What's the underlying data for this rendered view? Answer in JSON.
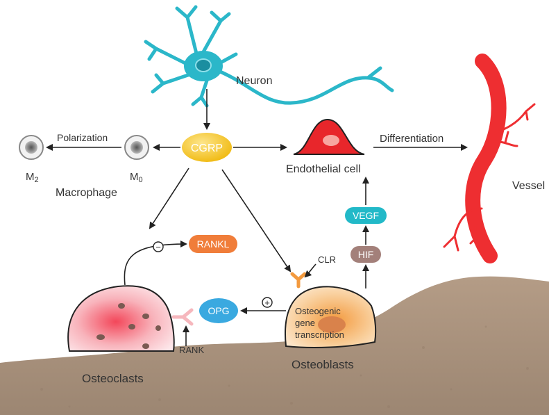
{
  "labels": {
    "neuron": "Neuron",
    "cgrp": "CGRP",
    "polarization": "Polarization",
    "m2": "M",
    "m2_sub": "2",
    "m0": "M",
    "m0_sub": "0",
    "macrophage": "Macrophage",
    "endothelial_cell": "Endothelial cell",
    "differentiation": "Differentiation",
    "vessel": "Vessel",
    "vegf": "VEGF",
    "hif": "HIF",
    "clr": "CLR",
    "rankl": "RANKL",
    "opg": "OPG",
    "rank": "RANK",
    "osteogenic_1": "Osteogenic",
    "osteogenic_2": "gene",
    "osteogenic_3": "transcription",
    "osteoclasts": "Osteoclasts",
    "osteoblasts": "Osteoblasts",
    "minus": "−",
    "plus": "+"
  },
  "colors": {
    "neuron": "#2bb7c9",
    "cgrp": "#f2c318",
    "vessel": "#ee2e31",
    "vegf": "#22b9c8",
    "hif": "#a3807a",
    "rankl": "#f07d3a",
    "opg": "#3aa9e0",
    "bone": "#a8907c"
  }
}
